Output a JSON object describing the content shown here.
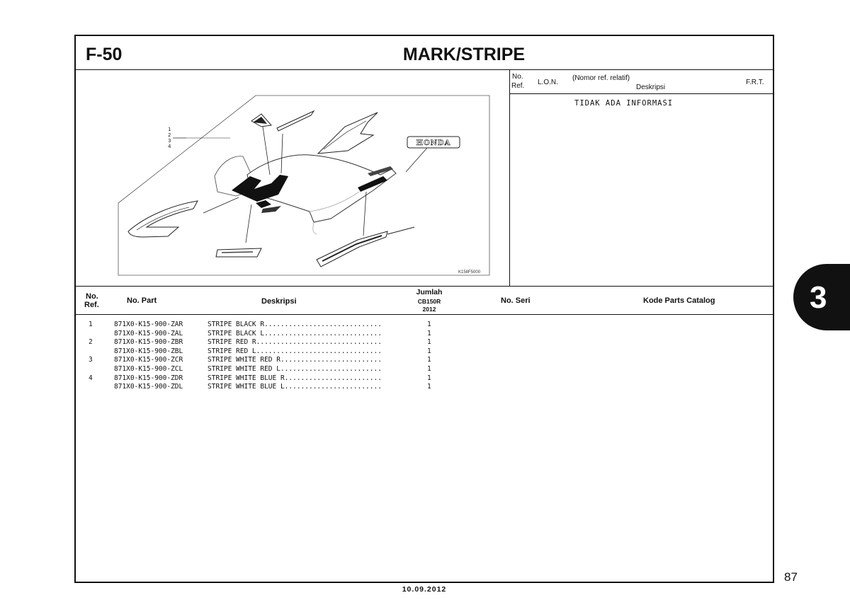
{
  "header": {
    "code": "F-50",
    "title": "MARK/STRIPE"
  },
  "illustration": {
    "callouts": [
      "1",
      "2",
      "3",
      "4"
    ],
    "logo_text": "HONDA",
    "figure_code": "K158F5000"
  },
  "lon_table": {
    "headers": {
      "no_ref_1": "No.",
      "no_ref_2": "Ref.",
      "lon": "L.O.N.",
      "nomor_ref": "(Nomor ref. relatif)",
      "deskripsi": "Deskripsi",
      "frt": "F.R.T."
    },
    "content": "TIDAK ADA INFORMASI"
  },
  "parts_table": {
    "headers": {
      "no_ref_1": "No.",
      "no_ref_2": "Ref.",
      "no_part": "No. Part",
      "deskripsi": "Deskripsi",
      "jumlah": "Jumlah",
      "model": "CB150R",
      "year": "2012",
      "no_seri": "No. Seri",
      "kode": "Kode Parts Catalog"
    },
    "rows": [
      {
        "ref": "1",
        "part": "871X0-K15-900-ZAR",
        "desc": "STRIPE BLACK R.............................",
        "qty": "1"
      },
      {
        "ref": "",
        "part": "871X0-K15-900-ZAL",
        "desc": "STRIPE BLACK L.............................",
        "qty": "1"
      },
      {
        "ref": "2",
        "part": "871X0-K15-900-ZBR",
        "desc": "STRIPE RED R...............................",
        "qty": "1"
      },
      {
        "ref": "",
        "part": "871X0-K15-900-ZBL",
        "desc": "STRIPE RED L...............................",
        "qty": "1"
      },
      {
        "ref": "3",
        "part": "871X0-K15-900-ZCR",
        "desc": "STRIPE WHITE RED R.........................",
        "qty": "1"
      },
      {
        "ref": "",
        "part": "871X0-K15-900-ZCL",
        "desc": "STRIPE WHITE RED L.........................",
        "qty": "1"
      },
      {
        "ref": "4",
        "part": "871X0-K15-900-ZDR",
        "desc": "STRIPE WHITE BLUE R........................",
        "qty": "1"
      },
      {
        "ref": "",
        "part": "871X0-K15-900-ZDL",
        "desc": "STRIPE WHITE BLUE L........................",
        "qty": "1"
      }
    ]
  },
  "footer": {
    "page_number": "87",
    "date": "10.09.2012"
  },
  "section_tab": {
    "number": "3",
    "color": "#111111"
  }
}
